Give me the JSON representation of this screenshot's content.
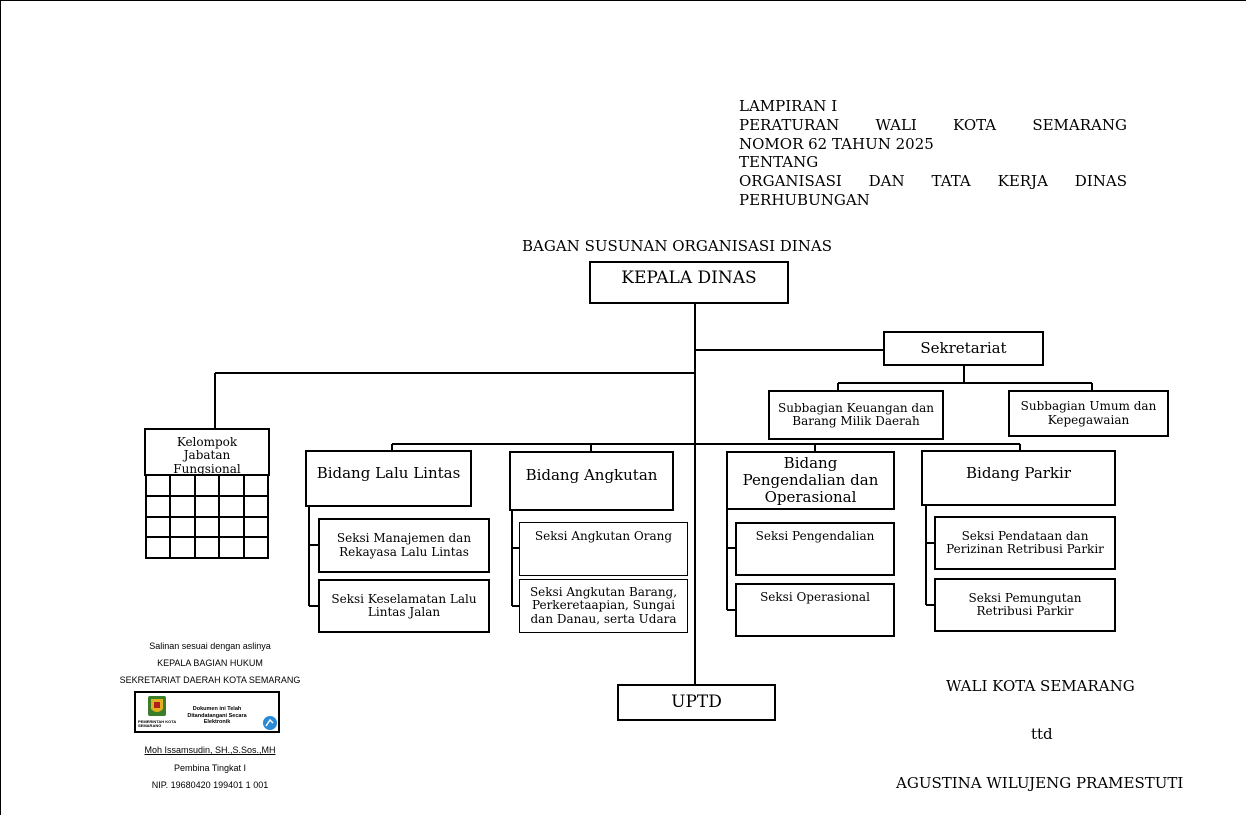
{
  "lampiran": {
    "line1": "LAMPIRAN I",
    "line2_words": [
      "PERATURAN",
      "WALI",
      "KOTA",
      "SEMARANG"
    ],
    "line3": "NOMOR 62 TAHUN 2025",
    "line4": "TENTANG",
    "line5_words": [
      "ORGANISASI",
      "DAN",
      "TATA",
      "KERJA",
      "DINAS"
    ],
    "line6": "PERHUBUNGAN"
  },
  "chart_title": "BAGAN SUSUNAN ORGANISASI DINAS",
  "units": {
    "kepala_dinas": "KEPALA DINAS",
    "sekretariat": "Sekretariat",
    "subbag_keuangan": "Subbagian Keuangan dan Barang Milik Daerah",
    "subbag_umum": "Subbagian Umum dan Kepegawaian",
    "jabatan_fungsional": "Kelompok Jabatan Fungsional",
    "bidang_lalu_lintas": "Bidang Lalu Lintas",
    "bidang_angkutan": "Bidang Angkutan",
    "bidang_pengendalian": "Bidang Pengendalian dan Operasional",
    "bidang_parkir": "Bidang Parkir",
    "seksi_manajemen": "Seksi Manajemen dan Rekayasa Lalu Lintas",
    "seksi_keselamatan": "Seksi Keselamatan Lalu Lintas Jalan",
    "seksi_angkutan_orang": "Seksi Angkutan Orang",
    "seksi_angkutan_barang": "Seksi Angkutan Barang, Perkeretaapian, Sungai dan Danau, serta Udara",
    "seksi_pengendalian": "Seksi Pengendalian",
    "seksi_operasional": "Seksi Operasional",
    "seksi_pendataan": "Seksi Pendataan dan Perizinan Retribusi Parkir",
    "seksi_pemungutan": "Seksi Pemungutan Retribusi Parkir",
    "uptd": "UPTD"
  },
  "signature_right": {
    "office": "WALI KOTA SEMARANG",
    "ttd": "ttd",
    "name": "AGUSTINA WILUJENG PRAMESTUTI"
  },
  "signature_left": {
    "line1": "Salinan sesuai dengan aslinya",
    "line2": "KEPALA BAGIAN HUKUM",
    "line3": "SEKRETARIAT DAERAH KOTA SEMARANG",
    "stamp_text": "Dokumen ini Telah Ditandatangani Secara Elektronik",
    "stamp_logo_text": "PEMERINTAH KOTA SEMARANG",
    "name": "Moh Issamsudin, SH.,S.Sos.,MH",
    "rank": "Pembina Tingkat I",
    "nip": "NIP. 19680420 199401 1 001"
  }
}
